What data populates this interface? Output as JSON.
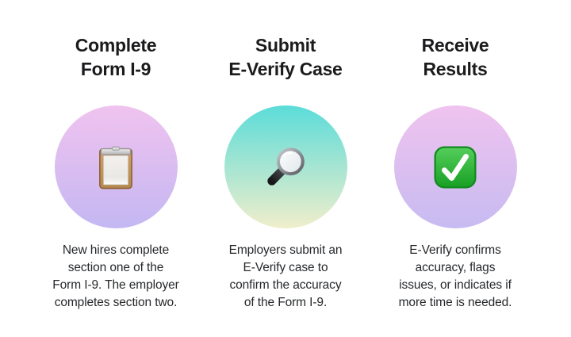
{
  "page": {
    "background": "#ffffff",
    "title_color": "#1b1b1d",
    "body_color": "#26282b"
  },
  "steps": [
    {
      "title_lines": [
        "Complete",
        "Form I-9"
      ],
      "icon": "clipboard-icon",
      "circle_gradient": {
        "top": "#f0c3ef",
        "bottom": "#c4b7f2"
      },
      "description_lines": [
        "New hires complete",
        "section one of the",
        "Form I-9. The employer",
        "completes section two."
      ]
    },
    {
      "title_lines": [
        "Submit",
        "E-Verify Case"
      ],
      "icon": "magnifying-glass-icon",
      "circle_gradient": {
        "top": "#5bdcd9",
        "bottom": "#f0eecb"
      },
      "description_lines": [
        "Employers submit an",
        "E-Verify case to",
        "confirm the accuracy",
        "of the Form I-9."
      ]
    },
    {
      "title_lines": [
        "Receive",
        "Results"
      ],
      "icon": "check-mark-icon",
      "circle_gradient": {
        "top": "#f0c3ef",
        "bottom": "#c7bbf1"
      },
      "description_lines": [
        "E-Verify confirms",
        "accuracy, flags",
        "issues, or indicates if",
        "more time is needed."
      ]
    }
  ]
}
